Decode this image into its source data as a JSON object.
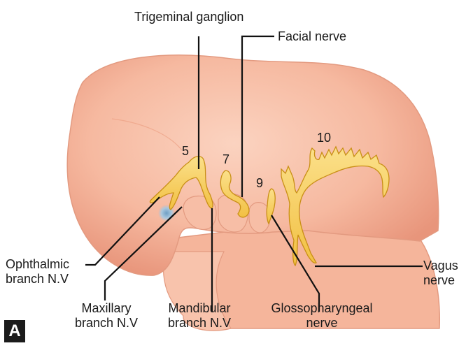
{
  "labels": {
    "trigeminal_ganglion": "Trigeminal ganglion",
    "facial_nerve": "Facial nerve",
    "ophthalmic": [
      "Ophthalmic",
      "branch N.V"
    ],
    "maxillary": [
      "Maxillary",
      "branch N.V"
    ],
    "mandibular": [
      "Mandibular",
      "branch N.V"
    ],
    "glossopharyngeal": [
      "Glossopharyngeal",
      "nerve"
    ],
    "vagus": [
      "Vagus",
      "nerve"
    ]
  },
  "numbers": {
    "n5": "5",
    "n7": "7",
    "n9": "9",
    "n10": "10"
  },
  "panel_letter": "A",
  "colors": {
    "skin": "#f6b9a0",
    "skin_dark": "#e89e84",
    "nerve": "#f6cd55",
    "nerve_edge": "#c98f16",
    "eye": "#a9c7de",
    "leader": "#111111"
  }
}
